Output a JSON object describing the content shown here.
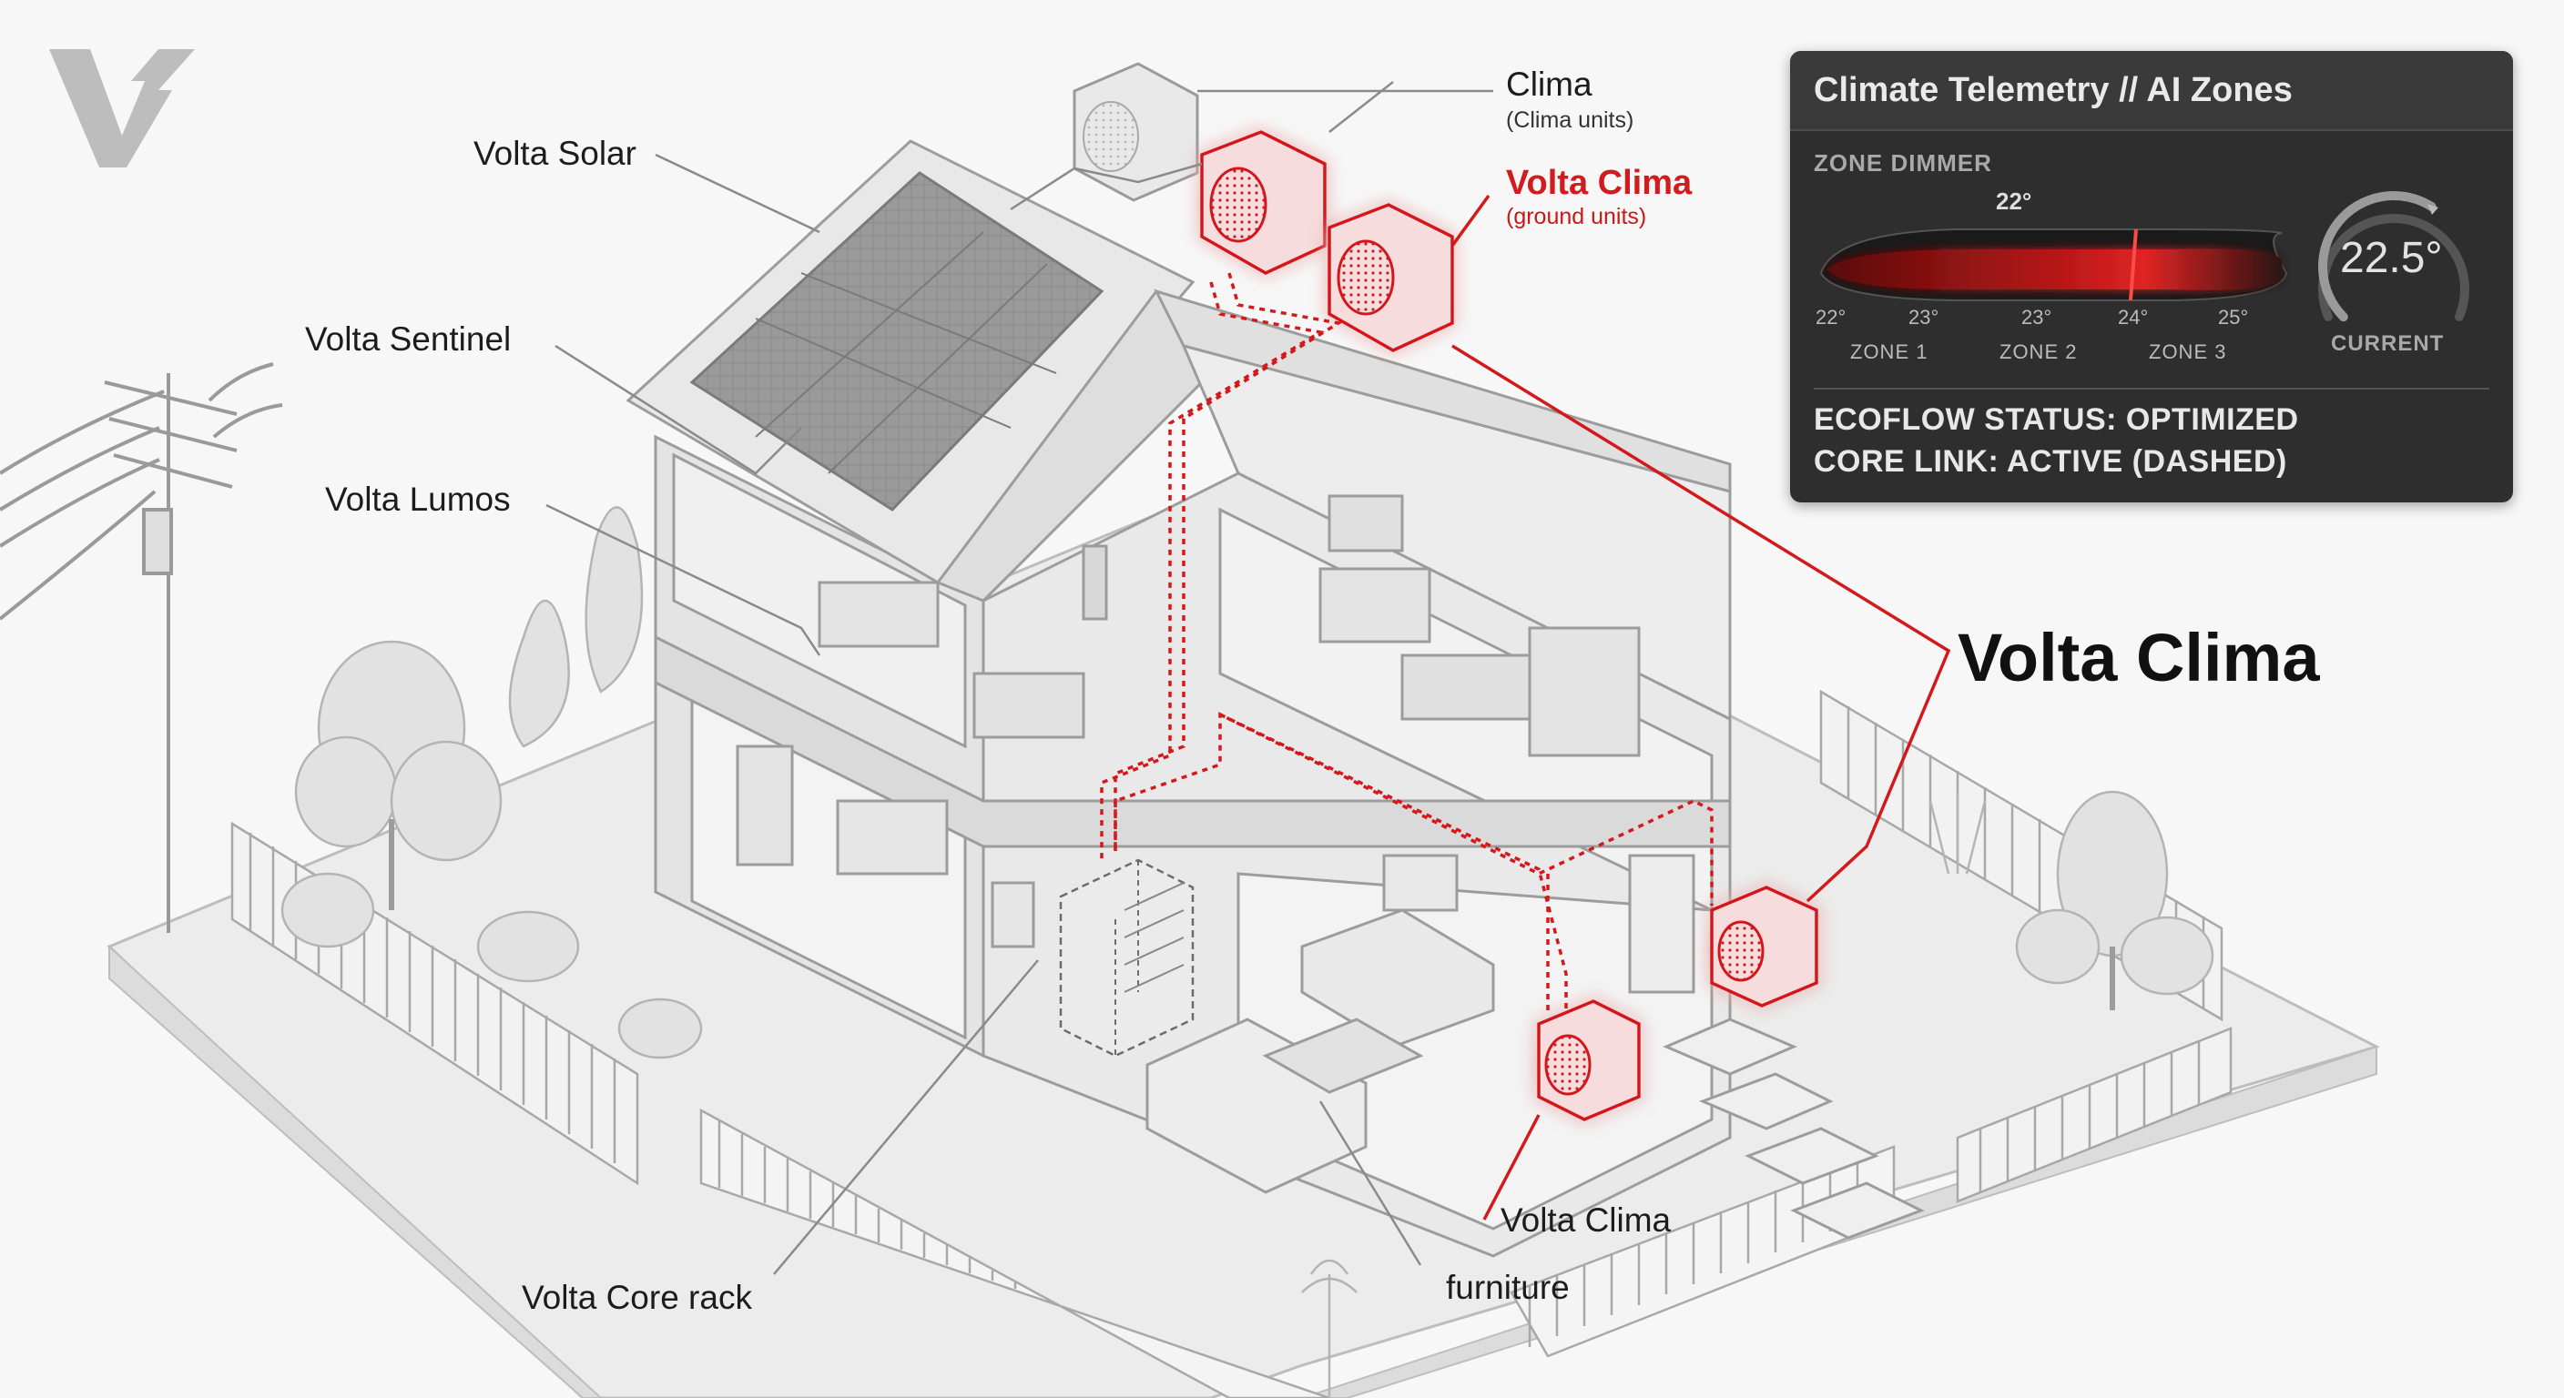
{
  "brand": {
    "logo_letter": "V",
    "logo_icon": "lightning-bolt-icon"
  },
  "labels": {
    "clima_top": "Clima",
    "clima_top_sub": "(Clima units)",
    "volta_clima_ground": "Volta Clima",
    "volta_clima_ground_sub": "(ground units)",
    "volta_solar": "Volta Solar",
    "volta_sentinel": "Volta Sentinel",
    "volta_lumos": "Volta Lumos",
    "volta_clima_big": "Volta Clima",
    "volta_clima_bottom": "Volta Clima",
    "furniture": "furniture",
    "volta_core_rack": "Volta Core rack"
  },
  "panel": {
    "title": "Climate Telemetry // AI Zones",
    "section": "ZONE DIMMER",
    "dimmer_value": "22°",
    "dimmer_ticks": [
      "22°",
      "23°",
      "23°",
      "24°",
      "25°"
    ],
    "zones": [
      "ZONE 1",
      "ZONE 2",
      "ZONE 3"
    ],
    "dimmer_level": 0.68,
    "current_value": "22.5°",
    "current_label": "CURRENT",
    "gauge_level": 0.62,
    "status_lines": [
      "ECOFLOW STATUS: OPTIMIZED",
      "CORE LINK: ACTIVE (DASHED)"
    ]
  },
  "colors": {
    "accent_red": "#d4191c",
    "line_gray": "#8a8a8a",
    "panel_bg": "#2e2e2e",
    "panel_text": "#e6e6e6"
  }
}
